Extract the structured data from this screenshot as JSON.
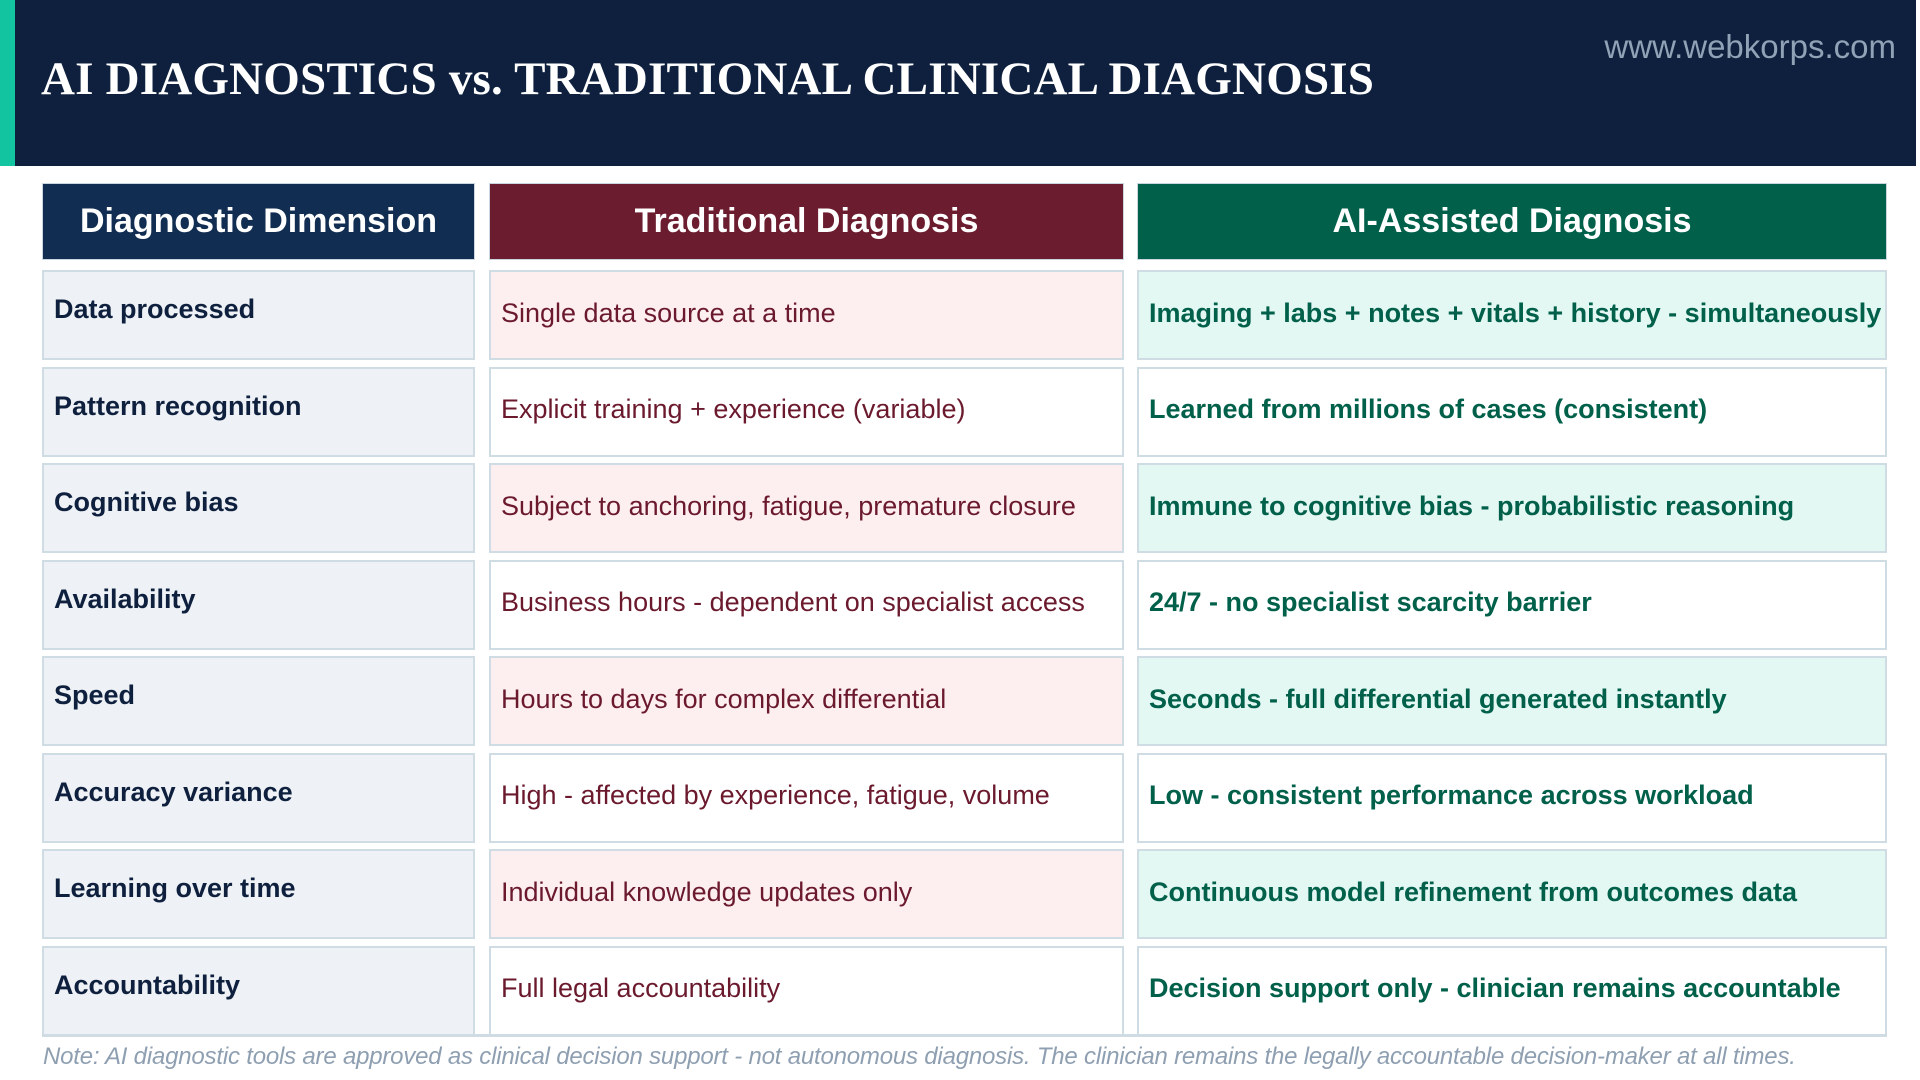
{
  "header": {
    "title": "AI DIAGNOSTICS vs. TRADITIONAL CLINICAL DIAGNOSIS",
    "website": "www.webkorps.com"
  },
  "colors": {
    "banner": "#0e203d",
    "accent": "#12c4a0",
    "dimension_header": "#122d52",
    "traditional_header": "#6b1c2e",
    "ai_header": "#00604a",
    "traditional_text": "#6b1a2e",
    "ai_text": "#00604a"
  },
  "table": {
    "columns": [
      "Diagnostic Dimension",
      "Traditional Diagnosis",
      "AI-Assisted Diagnosis"
    ],
    "rows": [
      {
        "dimension": "Data processed",
        "traditional": "Single data source at a time",
        "ai": "Imaging + labs + notes + vitals + history -  simultaneously"
      },
      {
        "dimension": "Pattern recognition",
        "traditional": "Explicit training + experience (variable)",
        "ai": "Learned from millions of cases (consistent)"
      },
      {
        "dimension": "Cognitive bias",
        "traditional": "Subject to anchoring, fatigue, premature closure",
        "ai": "Immune to cognitive bias - probabilistic reasoning"
      },
      {
        "dimension": "Availability",
        "traditional": "Business hours - dependent on specialist access",
        "ai": "24/7 - no specialist scarcity barrier"
      },
      {
        "dimension": "Speed",
        "traditional": "Hours to days for complex differential",
        "ai": "Seconds - full differential generated instantly"
      },
      {
        "dimension": "Accuracy variance",
        "traditional": "High - affected by experience, fatigue, volume",
        "ai": "Low - consistent performance across workload"
      },
      {
        "dimension": "Learning over time",
        "traditional": "Individual knowledge updates only",
        "ai": "Continuous model refinement from outcomes data"
      },
      {
        "dimension": "Accountability",
        "traditional": "Full legal accountability",
        "ai": "Decision support only - clinician remains accountable"
      }
    ]
  },
  "note": "Note: AI diagnostic tools are approved as clinical decision support - not autonomous diagnosis. The clinician remains the legally accountable decision-maker at all times."
}
